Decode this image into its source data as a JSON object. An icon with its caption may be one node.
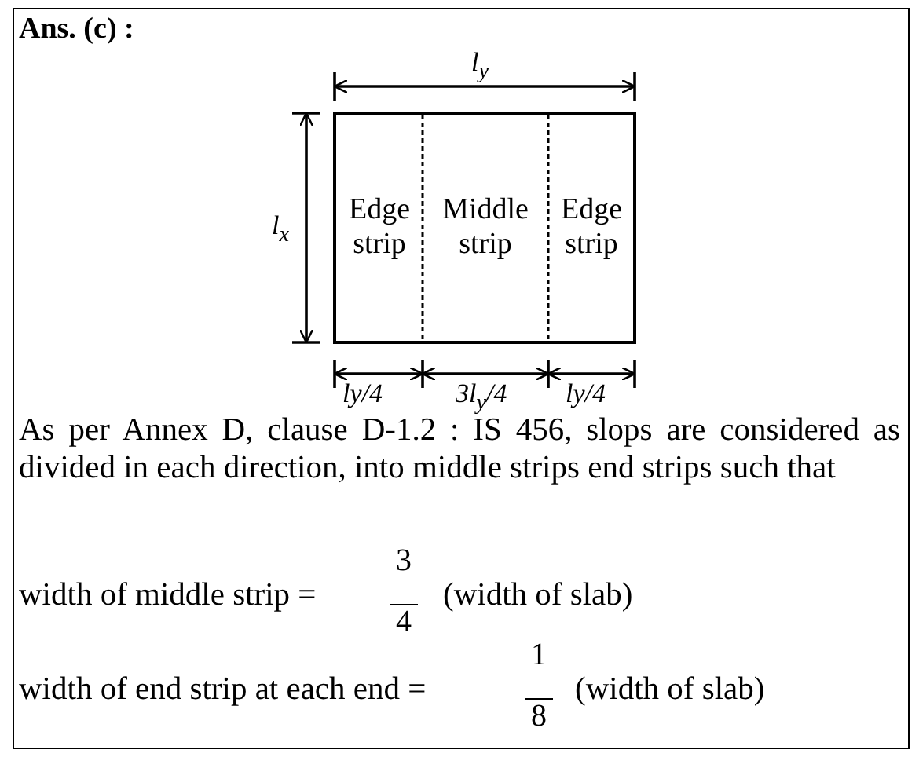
{
  "diagram": {
    "title": "Ans. (c) :",
    "nodes": [
      {
        "text": [
          "Edge strip"
        ]
      },
      {
        "text": [
          "Middle strip"
        ]
      },
      {
        "text": [
          "Edge strip"
        ]
      }
    ],
    "edges": [],
    "labels": [
      "l$_{y}$",
      "l$_{x}$",
      "ly/4",
      "3l$_{y}$/4",
      "ly/4",
      "As per Annex D, clause D-1.2 : IS 456, slops are considered as divided in each direction, into middle strips end strips such that",
      "width of middle strip =",
      "3",
      "4",
      "(width of slab)",
      "width of end strip at each end =",
      "1",
      "8",
      "(width of slab)"
    ]
  }
}
